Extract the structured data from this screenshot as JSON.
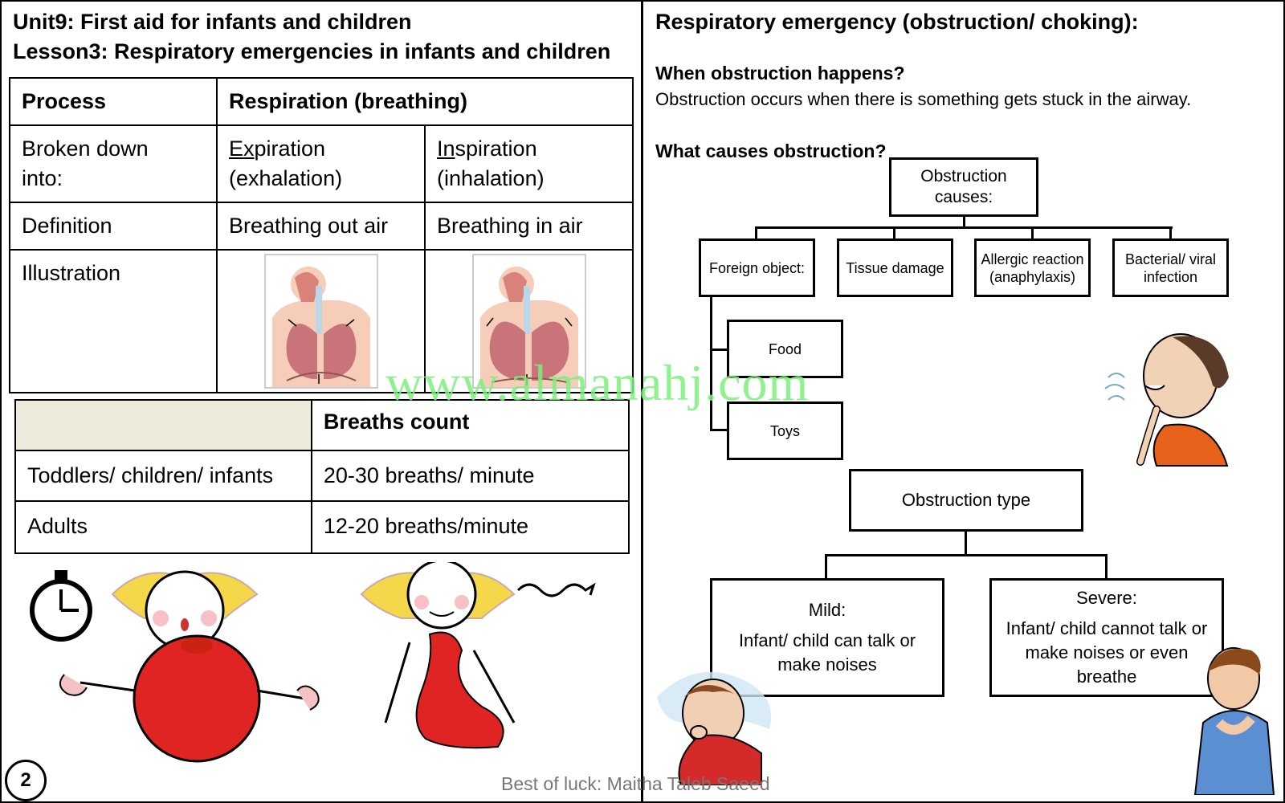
{
  "left": {
    "title_line1": "Unit9: First aid for infants and children",
    "title_line2": "Lesson3: Respiratory emergencies in infants and children",
    "table": {
      "h_process": "Process",
      "h_respiration": "Respiration (breathing)",
      "r1_label_a": "Broken down",
      "r1_label_b": "into:",
      "exp_u": "Ex",
      "exp_rest": "piration",
      "exp_sub": "(exhalation)",
      "insp_u": "In",
      "insp_rest": "spiration",
      "insp_sub": "(inhalation)",
      "r2_label": "Definition",
      "r2_exp": "Breathing out air",
      "r2_insp": "Breathing in air",
      "r3_label": "Illustration"
    },
    "breaths_table": {
      "header": "Breaths count",
      "rows": [
        {
          "group": "Toddlers/ children/ infants",
          "count": "20-30 breaths/ minute"
        },
        {
          "group": "Adults",
          "count": "12-20 breaths/minute"
        }
      ]
    }
  },
  "right": {
    "title": "Respiratory emergency (obstruction/ choking):",
    "q1": "When obstruction happens?",
    "a1": "Obstruction occurs when there is something gets stuck in the airway.",
    "q2": "What causes obstruction?",
    "causes_root": "Obstruction causes:",
    "causes": [
      "Foreign object:",
      "Tissue damage",
      "Allergic reaction (anaphylaxis)",
      "Bacterial/ viral infection"
    ],
    "foreign_objects": [
      "Food",
      "Toys"
    ],
    "type_root": "Obstruction type",
    "mild_title": "Mild:",
    "mild_text": "Infant/ child can talk or make noises",
    "severe_title": "Severe:",
    "severe_text": "Infant/ child cannot talk or make noises or even breathe"
  },
  "watermark": "www.almanahj.com",
  "footer": "Best of luck: Maitha Taleb Saeed",
  "page_number": "2"
}
